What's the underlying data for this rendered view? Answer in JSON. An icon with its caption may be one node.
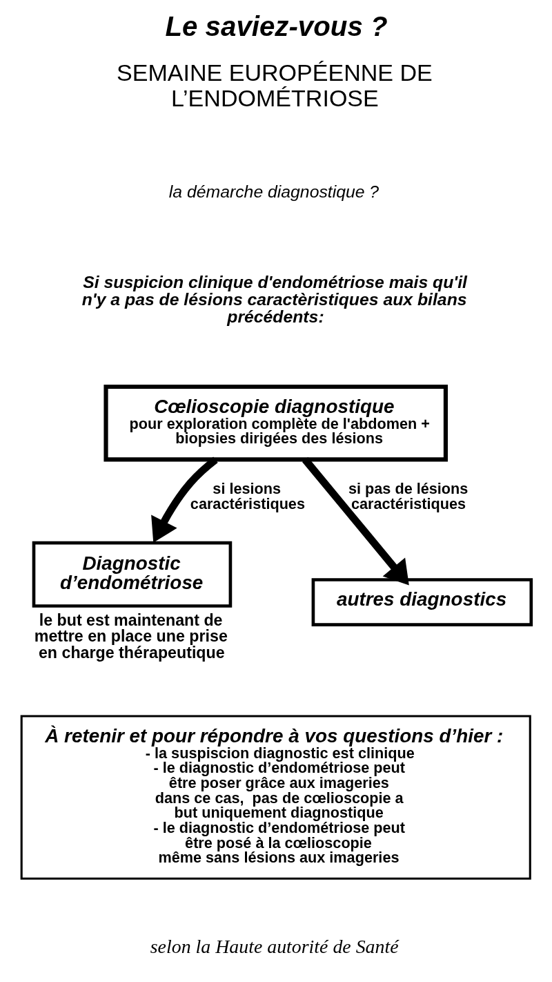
{
  "diagram": {
    "title": "Le saviez-vous ?",
    "caption": "selon la Haute autorité de Santé",
    "nodes": [
      {
        "text": [
          "Cœlioscopie diagnostique",
          "pour exploration complète de l'abdomen + biopsies dirigées des lésions"
        ]
      },
      {
        "text": [
          "Diagnostic d’endométriose"
        ],
        "beside": [
          "le but est maintenant de mettre en place une prise en charge thérapeutique"
        ]
      },
      {
        "text": [
          "autres diagnostics"
        ]
      },
      {
        "text": [
          "À retenir et pour répondre à vos questions d’hier :",
          "- la suspiscion diagnostic est clinique",
          "- le diagnostic d’endométriose peut être poser grâce aux imageries",
          "dans ce cas,  pas de cœlioscopie a but uniquement diagnostique",
          "- le diagnostic d’endométriose peut être posé à la cœlioscopie",
          "même sans lésions aux imageries"
        ]
      }
    ],
    "edges": [
      {
        "from": 0,
        "to": 1,
        "arrow": "to",
        "label": "si lesions caractéristiques"
      },
      {
        "from": 0,
        "to": 2,
        "arrow": "to",
        "label": "si pas de lésions caractéristiques"
      }
    ],
    "labels": [
      "SEMAINE EUROPÉENNE DE L’ENDOMÉTRIOSE",
      "la démarche diagnostique ?",
      "Si suspicion clinique d'endométriose mais qu'il n'y a pas de lésions caractèristiques aux bilans précédents:"
    ]
  }
}
